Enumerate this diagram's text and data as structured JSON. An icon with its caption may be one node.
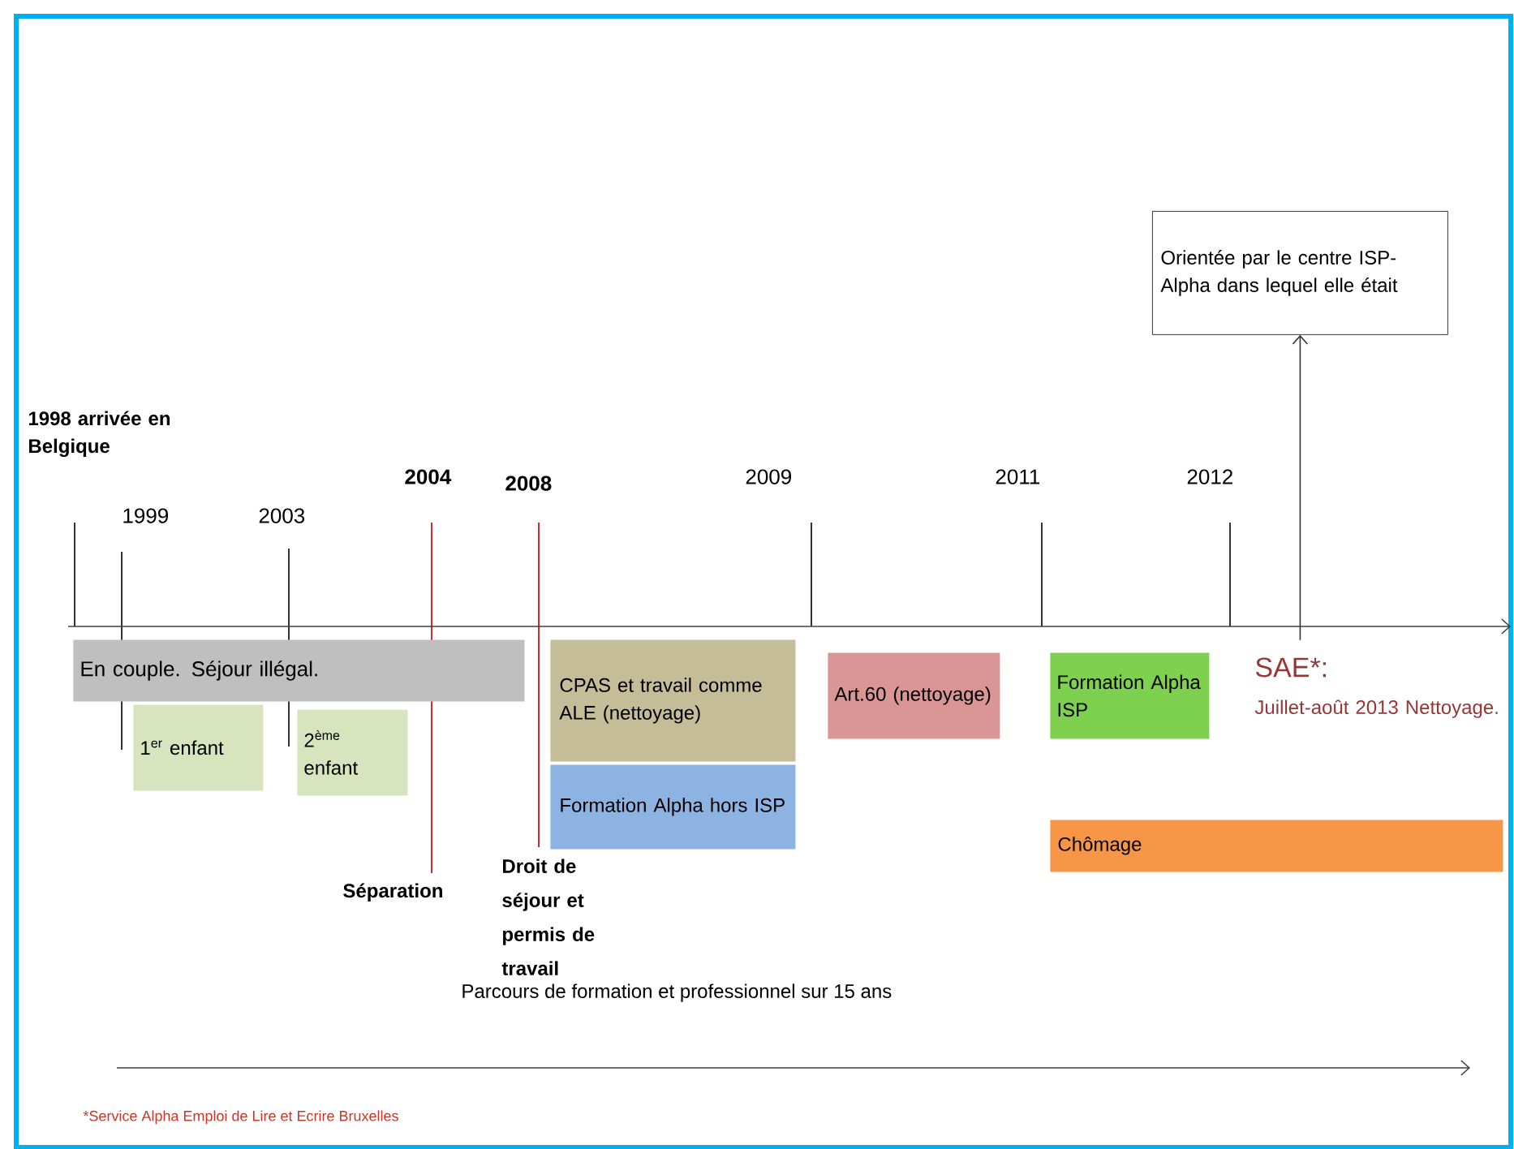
{
  "diagram": {
    "nodes": [
      {
        "text": [
          "En couple. Séjour illégal."
        ]
      },
      {
        "text": [
          "1$^{er}$ enfant"
        ]
      },
      {
        "text": [
          "2$^{ème}$ enfant"
        ]
      },
      {
        "text": [
          "CPAS et travail comme ALE (nettoyage)"
        ]
      },
      {
        "text": [
          "Formation Alpha hors ISP"
        ]
      },
      {
        "text": [
          "Art.60 (nettoyage)"
        ]
      },
      {
        "text": [
          "Formation Alpha ISP"
        ]
      },
      {
        "text": [
          "Chômage"
        ]
      },
      {
        "text": [
          "Orientée par le centre ISP-Alpha dans lequel elle était"
        ]
      }
    ],
    "edges": [
      {
        "from": null,
        "to": 8,
        "arrow": "to"
      }
    ],
    "labels": [
      "1998 arrivée en Belgique",
      "1999",
      "2003",
      "2004",
      "2008",
      "2009",
      "2011",
      "2012",
      "Séparation",
      "Droit de séjour et permis de travail",
      "SAE*:",
      "Juillet-août 2013 Nettoyage.",
      "Parcours de formation et professionnel sur 15 ans",
      "*Service Alpha Emploi de Lire et Ecrire Bruxelles"
    ]
  }
}
